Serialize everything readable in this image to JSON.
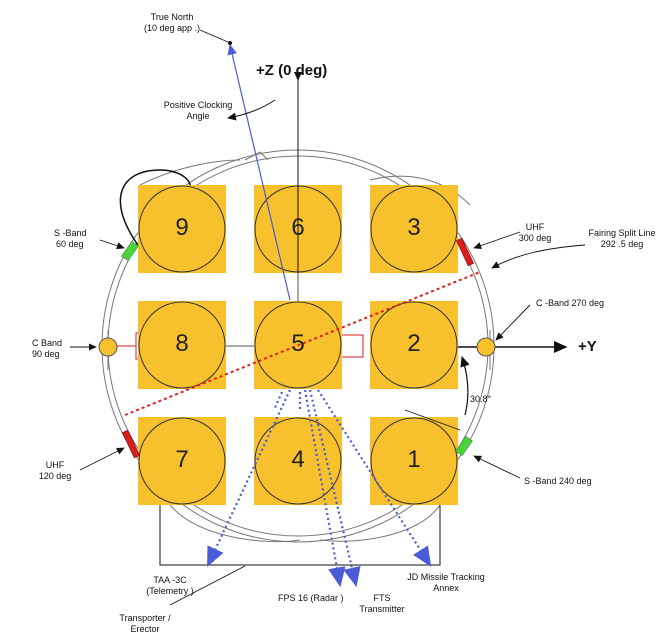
{
  "axes": {
    "z_label": "+Z (0 deg)",
    "y_label": "+Y"
  },
  "angles": {
    "clocking": "30.8°"
  },
  "labels": {
    "true_north": "True North",
    "true_north_sub": "(10 deg app .)",
    "positive_clocking": "Positive Clocking",
    "positive_clocking_sub": "Angle",
    "s_band_left": "S -Band",
    "s_band_left_deg": "60 deg",
    "c_band_left": "C Band",
    "c_band_left_deg": "90 deg",
    "uhf_left": "UHF",
    "uhf_left_deg": "120 deg",
    "uhf_right": "UHF",
    "uhf_right_deg": "300 deg",
    "fairing": "Fairing Split Line",
    "fairing_deg": "292 .5 deg",
    "c_band_right": "C -Band  270 deg",
    "s_band_right": "S -Band  240 deg",
    "taa": "TAA -3C",
    "taa_sub": "(Telemetry )",
    "fps": "FPS  16 (Radar )",
    "fts": "FTS",
    "fts_sub": "Transmitter",
    "jd": "JD Missile Tracking",
    "jd_sub": "Annex",
    "transporter": "Transporter  /",
    "transporter_sub": "Erector"
  },
  "slots": [
    {
      "number": "9"
    },
    {
      "number": "6"
    },
    {
      "number": "3"
    },
    {
      "number": "8"
    },
    {
      "number": "5"
    },
    {
      "number": "2"
    },
    {
      "number": "7"
    },
    {
      "number": "4"
    },
    {
      "number": "1"
    }
  ],
  "colors": {
    "slot_fill": "#F6C12D",
    "dotted_blue": "#4A5BD6",
    "fairing_red": "#E02020",
    "uhf_red": "#D81E1E",
    "s_band_green": "#4CD33C",
    "c_band_yellow": "#F6C12D"
  }
}
